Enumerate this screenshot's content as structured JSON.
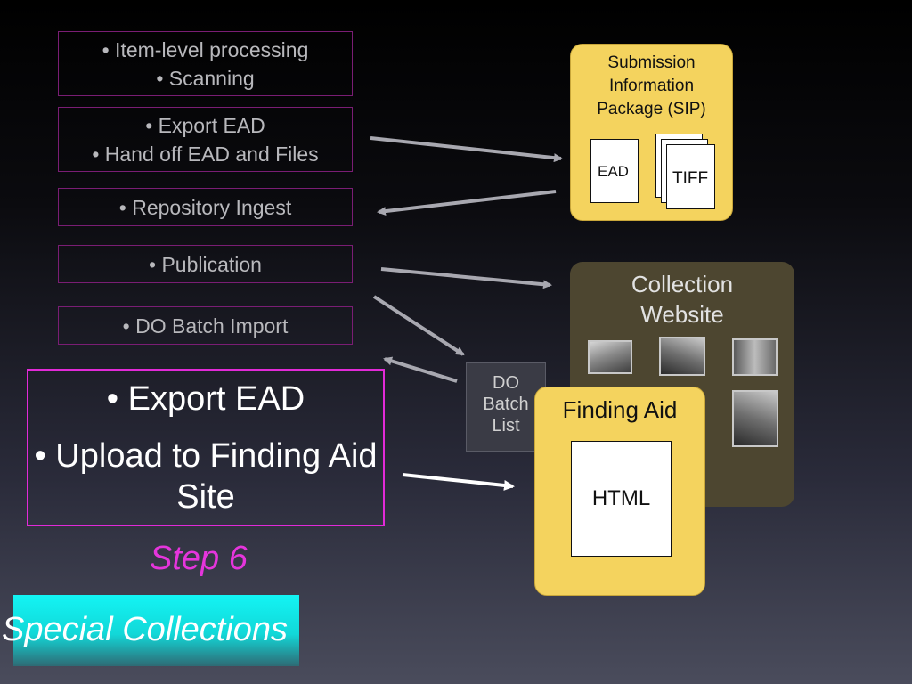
{
  "steps": [
    {
      "lines": [
        "• Item-level processing",
        "• Scanning"
      ]
    },
    {
      "lines": [
        "• Export EAD",
        "• Hand off EAD and Files"
      ]
    },
    {
      "lines": [
        "• Repository Ingest"
      ]
    },
    {
      "lines": [
        "• Publication"
      ]
    },
    {
      "lines": [
        "• DO Batch Import"
      ]
    }
  ],
  "active_step": {
    "items": [
      "• Export EAD",
      "• Upload to Finding Aid Site"
    ]
  },
  "step_label": "Step 6",
  "footer": "Special Collections",
  "sip": {
    "title": "Submission Information Package (SIP)",
    "docs": [
      "EAD",
      "TIFF"
    ]
  },
  "collection_website": {
    "title": "Collection Website"
  },
  "do_batch": {
    "label": "DO Batch List"
  },
  "finding_aid": {
    "title": "Finding Aid",
    "doc": "HTML"
  },
  "colors": {
    "yellow_box": "#f4d35e",
    "magenta": "#e535dc",
    "cyan": "#13f4f4",
    "dark_olive": "#4d4630"
  }
}
